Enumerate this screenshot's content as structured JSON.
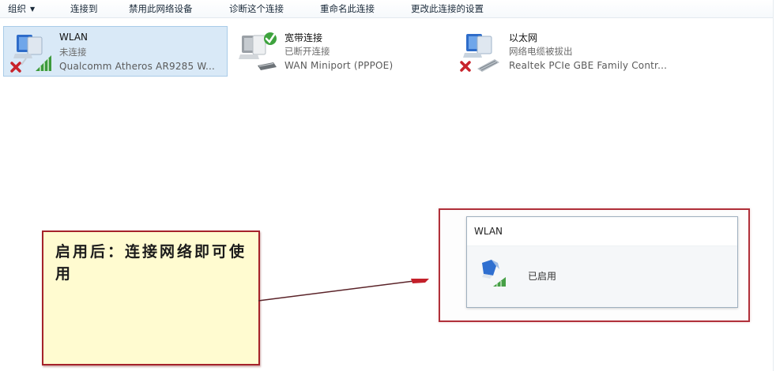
{
  "toolbar": {
    "items": [
      {
        "label": "组织",
        "has_dropdown": true
      },
      {
        "label": "连接到"
      },
      {
        "label": "禁用此网络设备"
      },
      {
        "label": "诊断这个连接"
      },
      {
        "label": "重命名此连接"
      },
      {
        "label": "更改此连接的设置"
      }
    ]
  },
  "connections": [
    {
      "name": "WLAN",
      "status": "未连接",
      "device": "Qualcomm Atheros AR9285 W...",
      "icon": "wifi-adapter-icon",
      "badge": "red-x",
      "selected": true
    },
    {
      "name": "宽带连接",
      "status": "已断开连接",
      "device": "WAN Miniport (PPPOE)",
      "icon": "broadband-icon",
      "badge": "green-check",
      "selected": false
    },
    {
      "name": "以太网",
      "status": "网络电缆被拔出",
      "device": "Realtek PCIe GBE Family Contr...",
      "icon": "ethernet-adapter-icon",
      "badge": "red-x",
      "selected": false
    }
  ],
  "callout": {
    "text": "启用后：连接网络即可使用"
  },
  "popup": {
    "title": "WLAN",
    "status": "已启用"
  },
  "colors": {
    "selection_bg": "#d9e9f7",
    "selection_border": "#a9cbe8",
    "callout_bg": "#fffbd0",
    "annotation_red": "#a5222a"
  }
}
